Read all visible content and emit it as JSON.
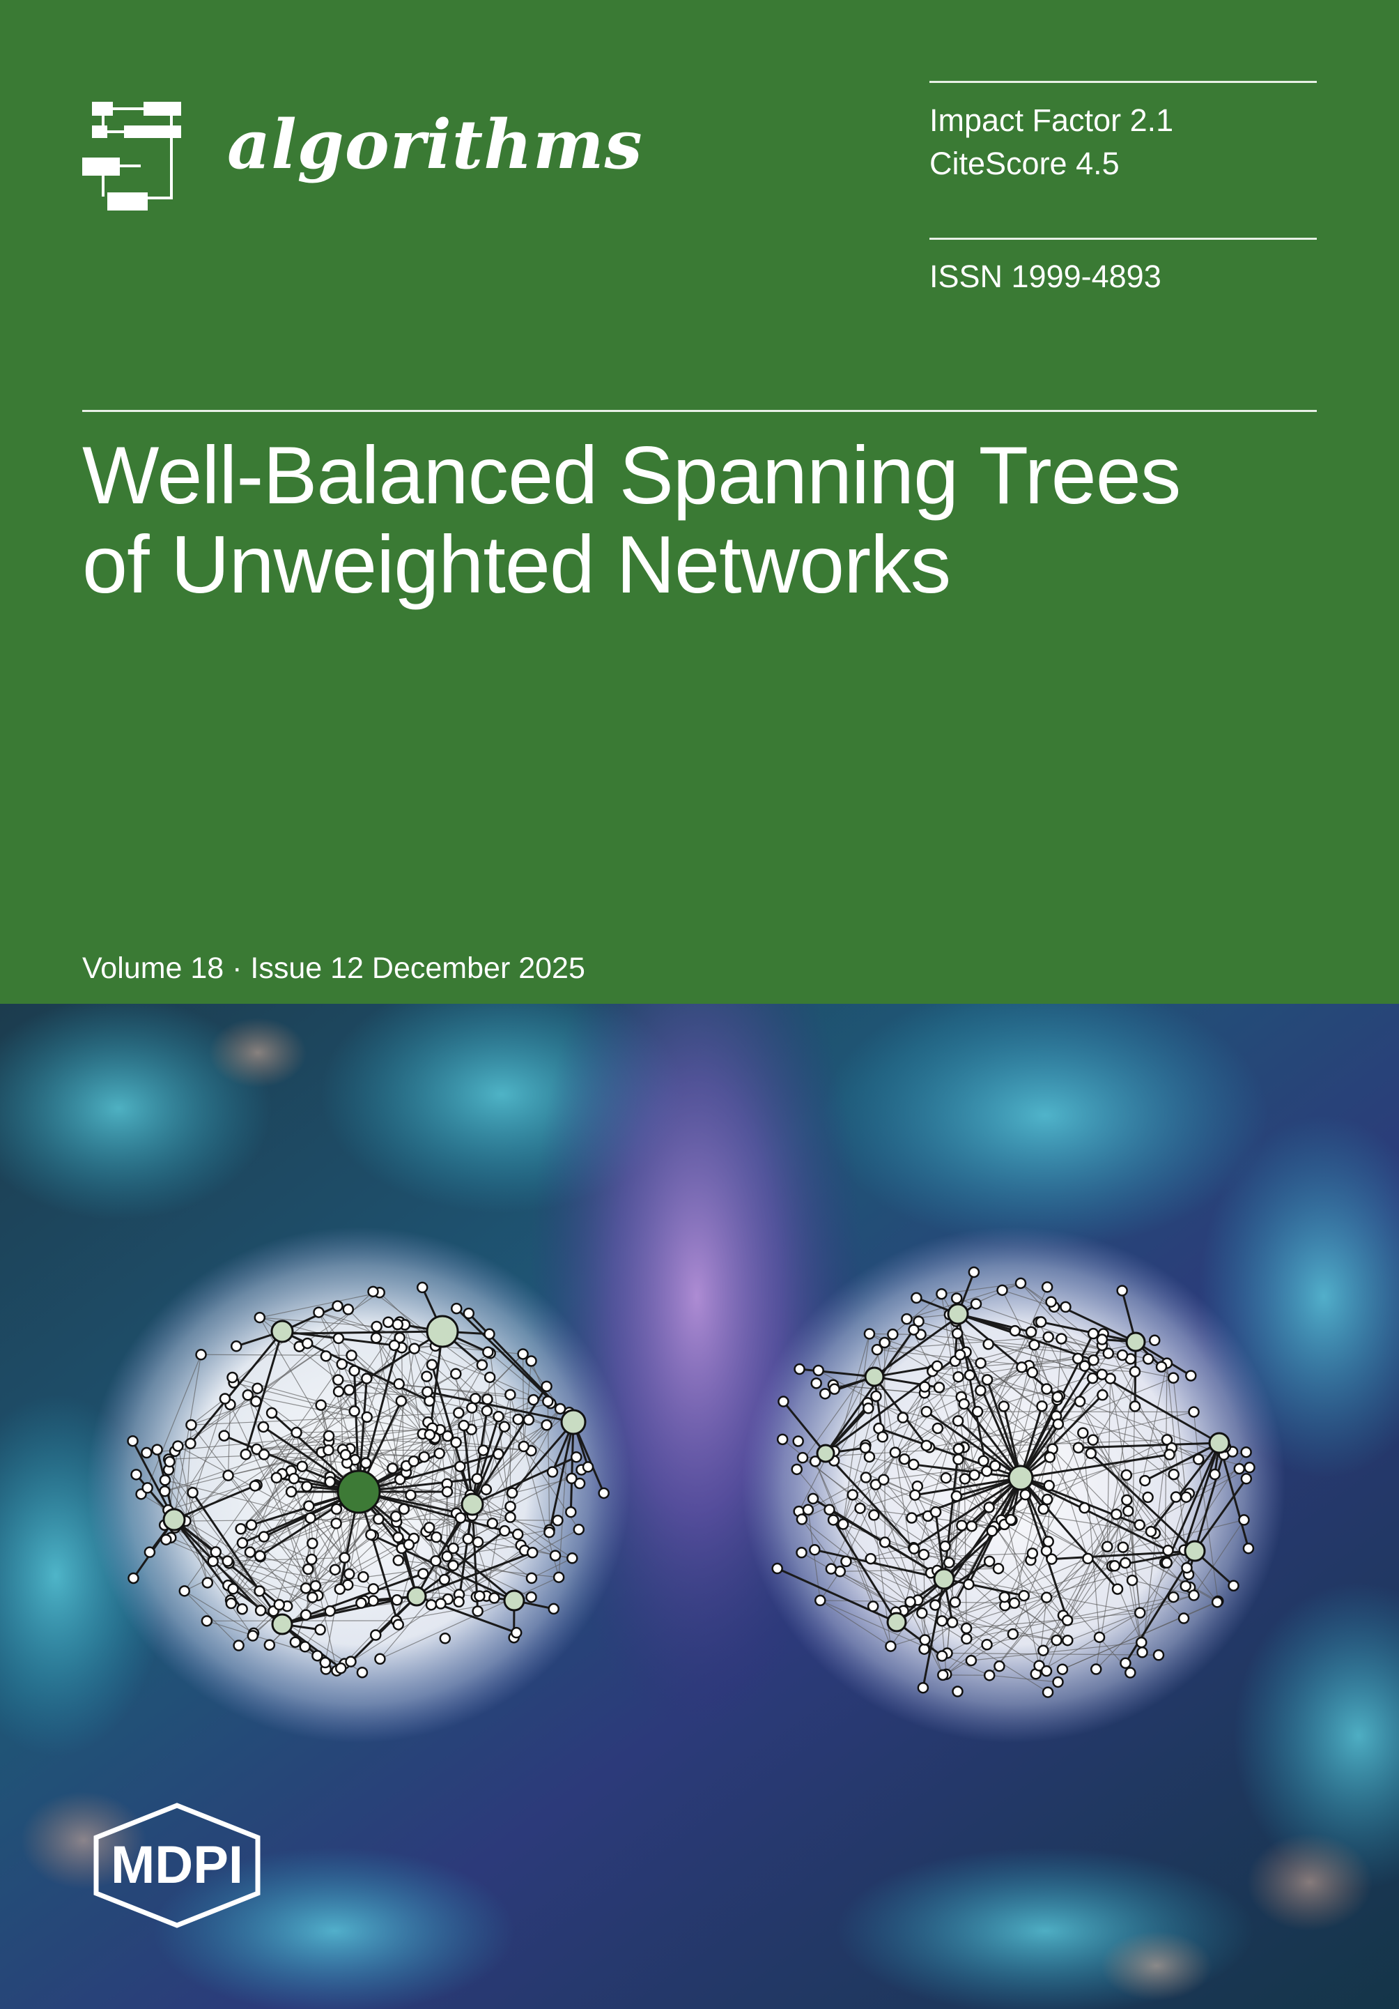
{
  "journal": {
    "name": "algorithms"
  },
  "metrics": {
    "impact_factor": "Impact Factor 2.1",
    "citescore": "CiteScore 4.5",
    "issn": "ISSN 1999-4893"
  },
  "article": {
    "title_line1": "Well-Balanced Spanning Trees",
    "title_line2": "of Unweighted Networks"
  },
  "issue": {
    "volume_issue_date": "Volume 18 · Issue 12 December 2025"
  },
  "publisher": {
    "logo_text": "MDPI"
  },
  "colors": {
    "cover_green": "#3a7a34",
    "rule": "#e8f0e6",
    "text": "#ffffff",
    "node_fill": "#c9dcc3",
    "hub_fill": "#3d7a36"
  }
}
